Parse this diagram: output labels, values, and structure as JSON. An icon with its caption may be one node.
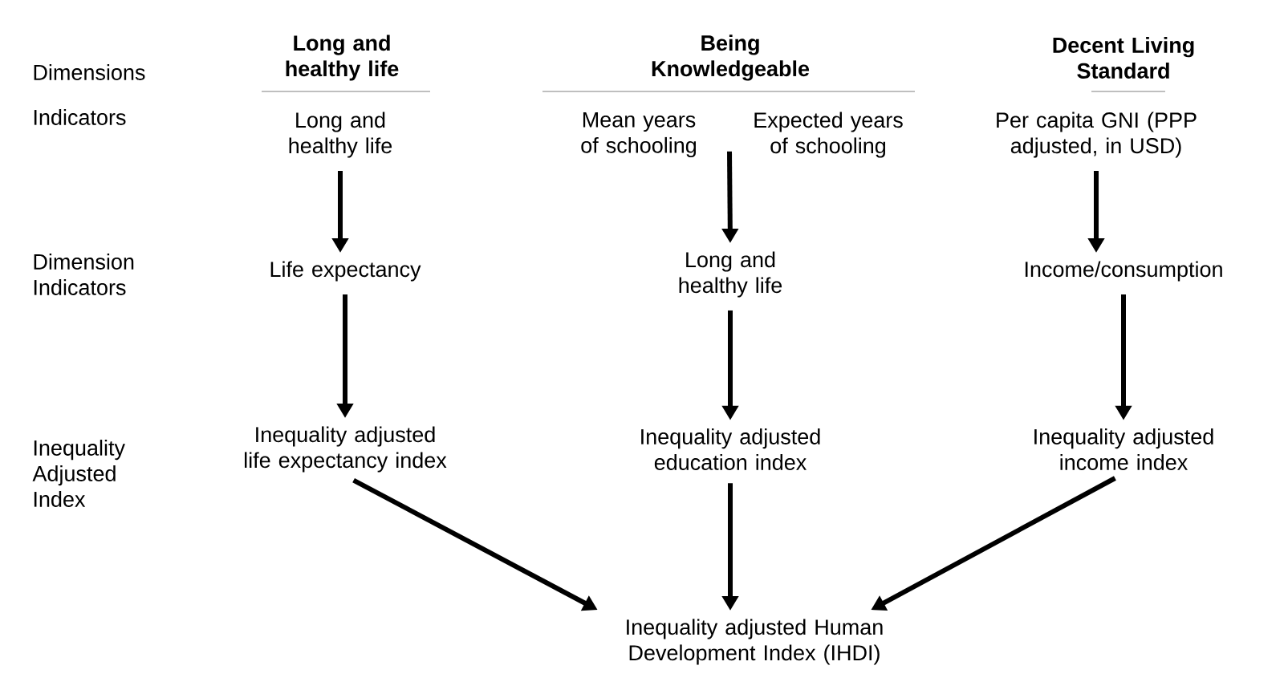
{
  "diagram": {
    "nodes": [
      {
        "text": [
          "Long and healthy life"
        ]
      },
      {
        "text": [
          "Mean years of schooling"
        ]
      },
      {
        "text": [
          "Expected years of schooling"
        ]
      },
      {
        "text": [
          "Per capita GNI (PPP adjusted, in USD)"
        ]
      },
      {
        "text": [
          "Life expectancy"
        ]
      },
      {
        "text": [
          "Long and healthy life"
        ]
      },
      {
        "text": [
          "Income/consumption"
        ]
      },
      {
        "text": [
          "Inequality adjusted life expectancy index"
        ]
      },
      {
        "text": [
          "Inequality adjusted education index"
        ]
      },
      {
        "text": [
          "Inequality adjusted income index"
        ]
      },
      {
        "text": [
          "Inequality adjusted Human Development Index (IHDI)"
        ]
      }
    ],
    "edges": [
      {
        "from": 0,
        "to": 4,
        "arrow": "to"
      },
      {
        "from": 1,
        "to": 5,
        "arrow": "to"
      },
      {
        "from": 2,
        "to": 5,
        "arrow": "to"
      },
      {
        "from": 3,
        "to": 6,
        "arrow": "to"
      },
      {
        "from": 4,
        "to": 7,
        "arrow": "to"
      },
      {
        "from": 5,
        "to": 8,
        "arrow": "to"
      },
      {
        "from": 6,
        "to": 9,
        "arrow": "to"
      },
      {
        "from": 7,
        "to": 10,
        "arrow": "to"
      },
      {
        "from": 8,
        "to": 10,
        "arrow": "to"
      },
      {
        "from": 9,
        "to": 10,
        "arrow": "to"
      }
    ],
    "labels": [
      "Long and healthy life",
      "Being Knowledgeable",
      "Decent Living Standard",
      "Dimensions",
      "Indicators",
      "Dimension Indicators",
      "Inequality Adjusted Index"
    ]
  }
}
